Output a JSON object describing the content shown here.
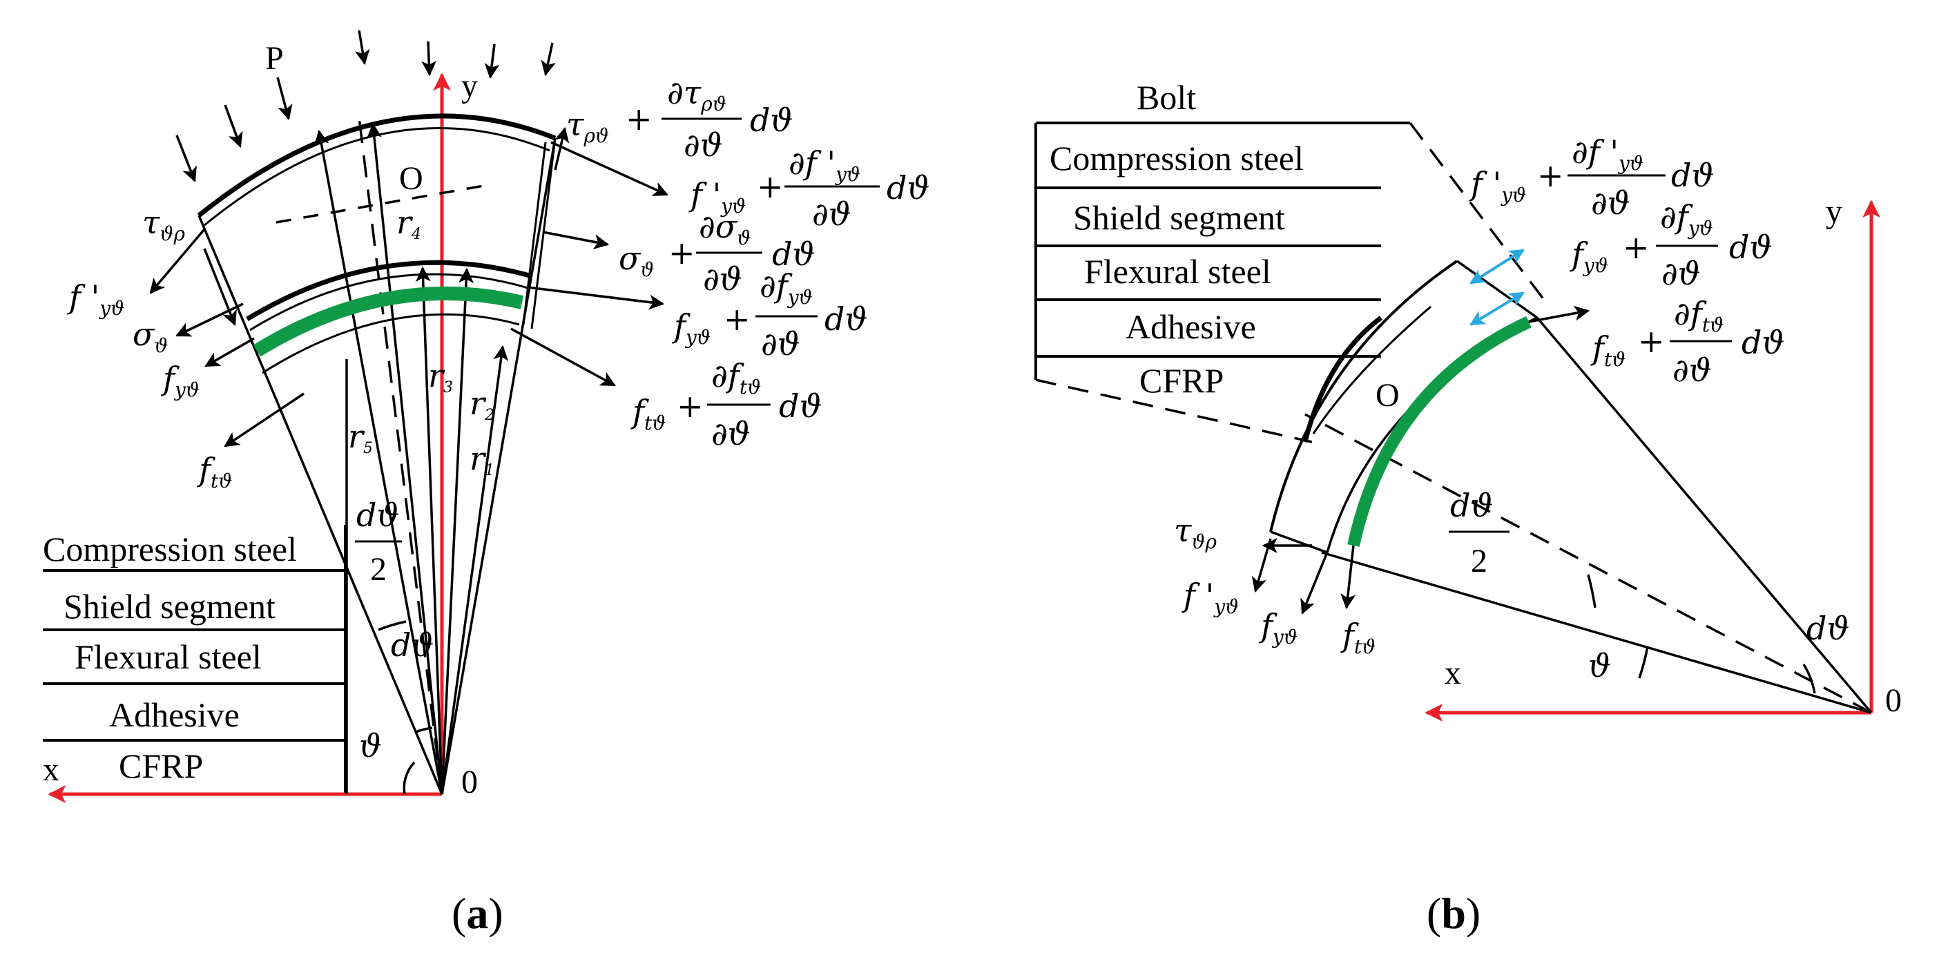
{
  "panel_a": {
    "legend": [
      "Compression steel",
      "Shield segment",
      "Flexural steel",
      "Adhesive",
      "CFRP"
    ],
    "load_label": "P",
    "center_label": "O",
    "origin_label": "0",
    "x_label": "x",
    "y_label": "y",
    "radii": [
      "r",
      "4",
      "r",
      "3",
      "r",
      "2",
      "r",
      "1",
      "r",
      "5"
    ],
    "angle_theta": "ϑ",
    "angle_dtheta": "dϑ",
    "half_num": "dϑ",
    "half_den": "2",
    "left_forces": {
      "tau": "τ",
      "tau_sub": "ϑρ",
      "fprime": "f '",
      "fprime_sub": "yϑ",
      "sigma": "σ",
      "sigma_sub": "ϑ",
      "fy": "f",
      "fy_sub": "yϑ",
      "ft": "f",
      "ft_sub": "tϑ"
    },
    "right_forces": {
      "tau_base": "τ",
      "tau_sub": "ρϑ",
      "tau_num": "∂τ",
      "tau_num_sub": "ρϑ",
      "fprime_base": "f '",
      "fprime_sub": "yϑ",
      "fprime_num": "∂f '",
      "fprime_num_sub": "yϑ",
      "sigma_base": "σ",
      "sigma_sub": "ϑ",
      "sigma_num": "∂σ",
      "sigma_num_sub": "ϑ",
      "fy_base": "f",
      "fy_sub": "yϑ",
      "fy_num": "∂f",
      "fy_num_sub": "yϑ",
      "ft_base": "f",
      "ft_sub": "tϑ",
      "ft_num": "∂f",
      "ft_num_sub": "tϑ",
      "plus": "+",
      "denominator": "∂ϑ",
      "dtheta": "dϑ"
    },
    "caption_open": "(",
    "caption_letter": "a",
    "caption_close": ")"
  },
  "panel_b": {
    "legend": [
      "Bolt",
      "Compression steel",
      "Shield segment",
      "Flexural steel",
      "Adhesive",
      "CFRP"
    ],
    "center_label": "O",
    "origin_label": "0",
    "x_label": "x",
    "y_label": "y",
    "angle_theta": "ϑ",
    "angle_dtheta": "dϑ",
    "half_num": "dϑ",
    "half_den": "2",
    "left_forces": {
      "tau": "τ",
      "tau_sub": "ϑρ",
      "fprime": "f '",
      "fprime_sub": "yϑ",
      "fy": "f",
      "fy_sub": "yϑ",
      "ft": "f",
      "ft_sub": "tϑ"
    },
    "right_forces": {
      "fprime_base": "f '",
      "fprime_sub": "yϑ",
      "fprime_num": "∂f '",
      "fprime_num_sub": "yϑ",
      "fy_base": "f",
      "fy_sub": "yϑ",
      "fy_num": "∂f",
      "fy_num_sub": "yϑ",
      "ft_base": "f",
      "ft_sub": "tϑ",
      "ft_num": "∂f",
      "ft_num_sub": "tϑ",
      "plus": "+",
      "denominator": "∂ϑ",
      "dtheta": "dϑ"
    },
    "caption_open": "(",
    "caption_letter": "b",
    "caption_close": ")"
  },
  "colors": {
    "axis": "#e8202a",
    "cfrp": "#0f9a48",
    "arrow_blue": "#29a9e0",
    "ink": "#000000"
  }
}
